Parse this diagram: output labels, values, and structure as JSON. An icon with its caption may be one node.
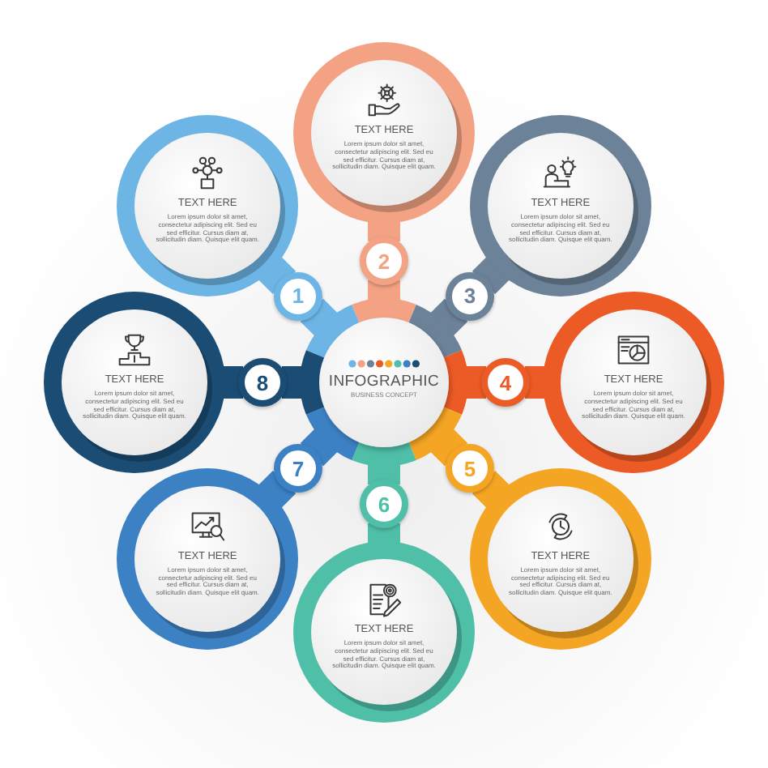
{
  "diagram": {
    "nodes": [
      {
        "text": [
          "INFOGRAPHIC",
          "BUSINESS CONCEPT"
        ]
      },
      {
        "text": [
          "1"
        ]
      },
      {
        "text": [
          "2"
        ]
      },
      {
        "text": [
          "3"
        ]
      },
      {
        "text": [
          "4"
        ]
      },
      {
        "text": [
          "5"
        ]
      },
      {
        "text": [
          "6"
        ]
      },
      {
        "text": [
          "7"
        ]
      },
      {
        "text": [
          "8"
        ]
      },
      {
        "text": [
          "TEXT HERE",
          "Lorem ipsum dolor sit amet, consectetur adipiscing elit. Sed eu sed efficitur. Cursus diam at, sollicitudin diam. Quisque elit quam."
        ]
      },
      {
        "text": [
          "TEXT HERE",
          "Lorem ipsum dolor sit amet, consectetur adipiscing elit. Sed eu sed efficitur. Cursus diam at, sollicitudin diam. Quisque elit quam."
        ]
      },
      {
        "text": [
          "TEXT HERE",
          "Lorem ipsum dolor sit amet, consectetur adipiscing elit. Sed eu sed efficitur. Cursus diam at, sollicitudin diam. Quisque elit quam."
        ]
      },
      {
        "text": [
          "TEXT HERE",
          "Lorem ipsum dolor sit amet, consectetur adipiscing elit. Sed eu sed efficitur. Cursus diam at, sollicitudin diam. Quisque elit quam."
        ]
      },
      {
        "text": [
          "TEXT HERE",
          "Lorem ipsum dolor sit amet, consectetur adipiscing elit. Sed eu sed efficitur. Cursus diam at, sollicitudin diam. Quisque elit quam."
        ]
      },
      {
        "text": [
          "TEXT HERE",
          "Lorem ipsum dolor sit amet, consectetur adipiscing elit. Sed eu sed efficitur. Cursus diam at, sollicitudin diam. Quisque elit quam."
        ]
      },
      {
        "text": [
          "TEXT HERE",
          "Lorem ipsum dolor sit amet, consectetur adipiscing elit. Sed eu sed efficitur. Cursus diam at, sollicitudin diam. Quisque elit quam."
        ]
      },
      {
        "text": [
          "TEXT HERE",
          "Lorem ipsum dolor sit amet, consectetur adipiscing elit. Sed eu sed efficitur. Cursus diam at, sollicitudin diam. Quisque elit quam."
        ]
      }
    ],
    "edges": [
      {
        "from": 0,
        "to": 1,
        "arrow": "none",
        "color": "#6db5e5"
      },
      {
        "from": 0,
        "to": 2,
        "arrow": "none",
        "color": "#f3a383"
      },
      {
        "from": 0,
        "to": 3,
        "arrow": "none",
        "color": "#6c8298"
      },
      {
        "from": 0,
        "to": 4,
        "arrow": "none",
        "color": "#ec5a26"
      },
      {
        "from": 0,
        "to": 5,
        "arrow": "none",
        "color": "#f5a524"
      },
      {
        "from": 0,
        "to": 6,
        "arrow": "none",
        "color": "#4fbfa8"
      },
      {
        "from": 0,
        "to": 7,
        "arrow": "none",
        "color": "#3b81c3"
      },
      {
        "from": 0,
        "to": 8,
        "arrow": "none",
        "color": "#1b4c74"
      },
      {
        "from": 1,
        "to": 9,
        "arrow": "none",
        "color": "#6db5e5"
      },
      {
        "from": 2,
        "to": 10,
        "arrow": "none",
        "color": "#f3a383"
      },
      {
        "from": 3,
        "to": 11,
        "arrow": "none",
        "color": "#6c8298"
      },
      {
        "from": 4,
        "to": 12,
        "arrow": "none",
        "color": "#ec5a26"
      },
      {
        "from": 5,
        "to": 13,
        "arrow": "none",
        "color": "#f5a524"
      },
      {
        "from": 6,
        "to": 14,
        "arrow": "none",
        "color": "#4fbfa8"
      },
      {
        "from": 7,
        "to": 15,
        "arrow": "none",
        "color": "#3b81c3"
      },
      {
        "from": 8,
        "to": 16,
        "arrow": "none",
        "color": "#1b4c74"
      }
    ]
  }
}
